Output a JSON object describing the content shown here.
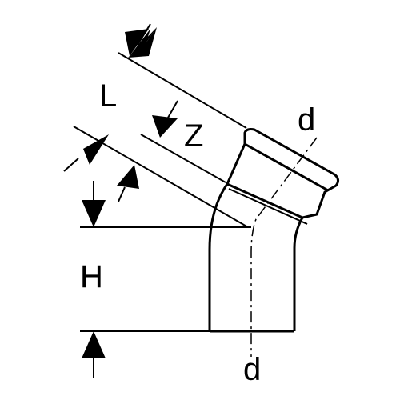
{
  "labels": {
    "L": "L",
    "Z": "Z",
    "H": "H",
    "d_top": "d",
    "d_bottom": "d"
  },
  "colors": {
    "stroke": "#000000",
    "background": "#ffffff"
  },
  "icons": [
    "arrow-icon"
  ]
}
